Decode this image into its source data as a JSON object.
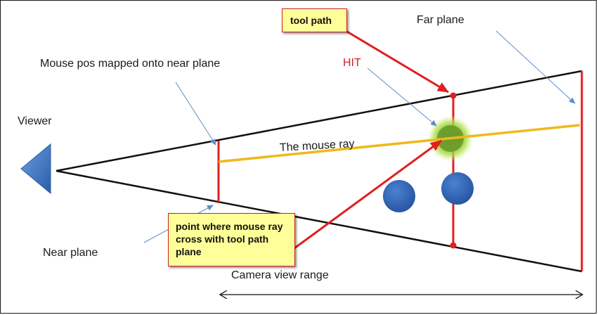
{
  "labels": {
    "viewer": "Viewer",
    "near_mapped": "Mouse pos mapped onto near plane",
    "hit": "HIT",
    "far_plane": "Far plane",
    "mouse_ray": "The mouse ray",
    "near_plane": "Near plane",
    "camera_range": "Camera view range"
  },
  "callouts": {
    "tool_path": "tool path",
    "cross_point": "point where mouse ray cross with tool path plane"
  },
  "colors": {
    "frustum": "#111111",
    "plane": "#e02020",
    "mouse_ray": "#f0b81c",
    "hit_glow": "#7fbf1f",
    "spheres": "#2d63b3",
    "pointer_arrows": "#5b8ec8",
    "callout_bg": "#ffff99",
    "callout_border": "#cc2222"
  }
}
